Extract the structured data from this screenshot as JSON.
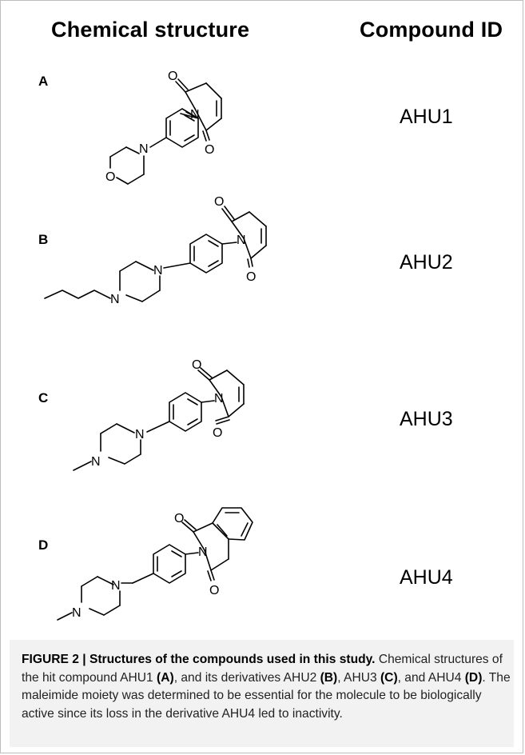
{
  "table": {
    "header_structure": "Chemical structure",
    "header_id": "Compound ID",
    "rows": [
      {
        "letter": "A",
        "compound_id": "AHU1"
      },
      {
        "letter": "B",
        "compound_id": "AHU2"
      },
      {
        "letter": "C",
        "compound_id": "AHU3"
      },
      {
        "letter": "D",
        "compound_id": "AHU4"
      }
    ]
  },
  "atoms": {
    "N": "N",
    "O": "O"
  },
  "caption": {
    "label": "FIGURE 2 | Structures of the compounds used in this study.",
    "t1": " Chemical structures of the hit compound AHU1 ",
    "r1": "(A)",
    "t2": ", and its derivatives AHU2 ",
    "r2": "(B)",
    "t3": ", AHU3 ",
    "r3": "(C)",
    "t4": ", and AHU4 ",
    "r4": "(D)",
    "t5": ". The maleimide moiety was determined to be essential for the molecule to be biologically active since its loss in the derivative AHU4 led to inactivity."
  }
}
